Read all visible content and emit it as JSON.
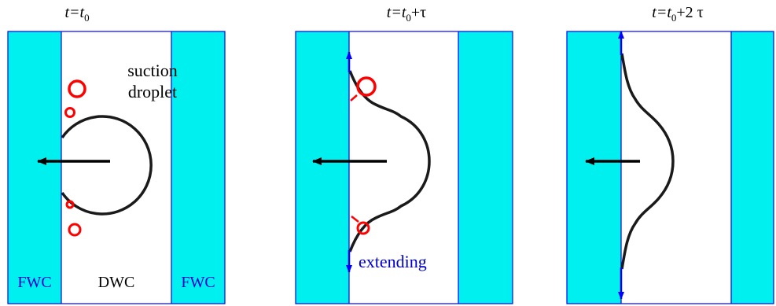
{
  "panels": [
    {
      "title_main": "t",
      "title_eq": "=t",
      "title_sub": "0",
      "title_suffix": "",
      "labels": {
        "fwc_left": "FWC",
        "dwc": "DWC",
        "fwc_right": "FWC",
        "suction_line1": "suction",
        "suction_line2": "droplet"
      }
    },
    {
      "title_main": "t",
      "title_eq": "=t",
      "title_sub": "0",
      "title_suffix": "+τ",
      "labels": {
        "extending": "extending"
      }
    },
    {
      "title_main": "t",
      "title_eq": "=t",
      "title_sub": "0",
      "title_suffix": "+2 τ",
      "labels": {}
    }
  ],
  "colors": {
    "fwc_fill": "#00f0f0",
    "panel_border": "#0000ff",
    "interface": "#1a1a1a",
    "bubble": "#ff0000",
    "extend_arrow": "#0000ff",
    "label_blue": "#0000cc",
    "text": "#000000"
  }
}
